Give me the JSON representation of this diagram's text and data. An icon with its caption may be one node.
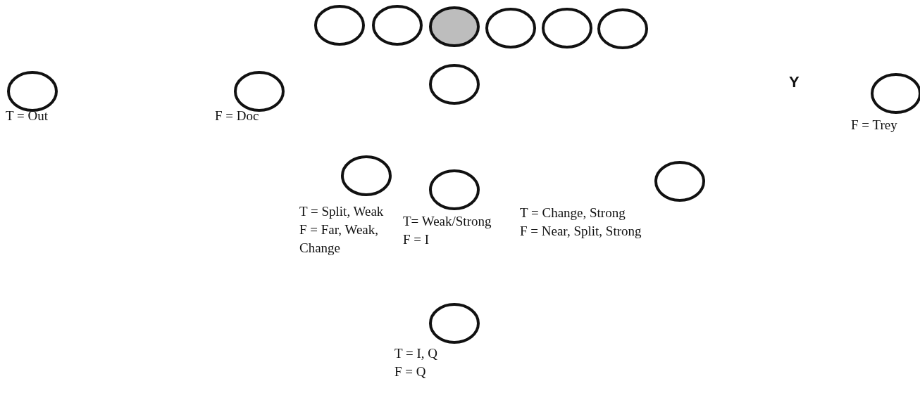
{
  "diagram": {
    "nodes": [
      {
        "text": [],
        "shape": "circle"
      },
      {
        "text": [],
        "shape": "circle"
      },
      {
        "text": [],
        "shape": "circle"
      },
      {
        "text": [],
        "shape": "circle"
      },
      {
        "text": [],
        "shape": "circle"
      },
      {
        "text": [],
        "shape": "circle"
      },
      {
        "text": [],
        "shape": "circle",
        "beside": [
          "T = Out"
        ]
      },
      {
        "text": [],
        "shape": "circle",
        "beside": [
          "F = Doc"
        ]
      },
      {
        "text": [],
        "shape": "circle"
      },
      {
        "text": [],
        "shape": "circle",
        "beside": [
          "F = Trey"
        ]
      },
      {
        "text": [],
        "shape": "circle",
        "beside": [
          "T = Split, Weak",
          "F = Far, Weak, Change"
        ]
      },
      {
        "text": [],
        "shape": "circle",
        "beside": [
          "T = Change, Strong",
          "F = Near, Split, Strong"
        ]
      },
      {
        "text": [],
        "shape": "circle",
        "beside": [
          "T= Weak/Strong",
          "F = I"
        ]
      },
      {
        "text": [],
        "shape": "circle",
        "beside": [
          "T = I, Q",
          "F = Q"
        ]
      }
    ],
    "labels": [
      "Y"
    ]
  }
}
